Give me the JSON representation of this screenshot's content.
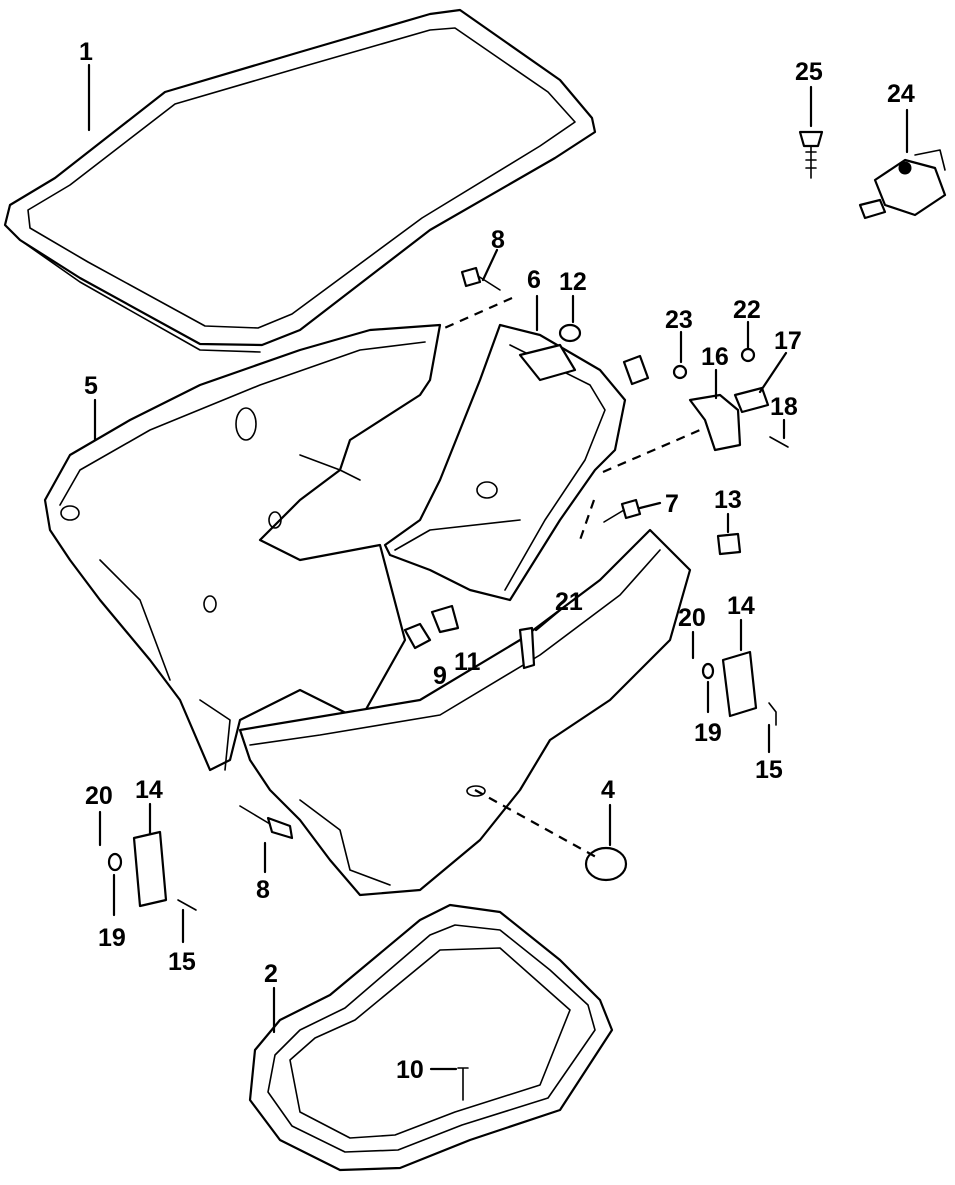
{
  "callouts": [
    {
      "id": "1",
      "text": "1"
    },
    {
      "id": "2",
      "text": "2"
    },
    {
      "id": "4",
      "text": "4"
    },
    {
      "id": "5",
      "text": "5"
    },
    {
      "id": "6",
      "text": "6"
    },
    {
      "id": "7",
      "text": "7"
    },
    {
      "id": "8a",
      "text": "8"
    },
    {
      "id": "8b",
      "text": "8"
    },
    {
      "id": "9",
      "text": "9"
    },
    {
      "id": "10",
      "text": "10"
    },
    {
      "id": "11",
      "text": "11"
    },
    {
      "id": "12",
      "text": "12"
    },
    {
      "id": "13",
      "text": "13"
    },
    {
      "id": "14a",
      "text": "14"
    },
    {
      "id": "14b",
      "text": "14"
    },
    {
      "id": "15a",
      "text": "15"
    },
    {
      "id": "15b",
      "text": "15"
    },
    {
      "id": "16",
      "text": "16"
    },
    {
      "id": "17",
      "text": "17"
    },
    {
      "id": "18",
      "text": "18"
    },
    {
      "id": "19a",
      "text": "19"
    },
    {
      "id": "19b",
      "text": "19"
    },
    {
      "id": "20a",
      "text": "20"
    },
    {
      "id": "20b",
      "text": "20"
    },
    {
      "id": "21",
      "text": "21"
    },
    {
      "id": "22",
      "text": "22"
    },
    {
      "id": "23",
      "text": "23"
    },
    {
      "id": "24",
      "text": "24"
    },
    {
      "id": "25",
      "text": "25"
    }
  ]
}
